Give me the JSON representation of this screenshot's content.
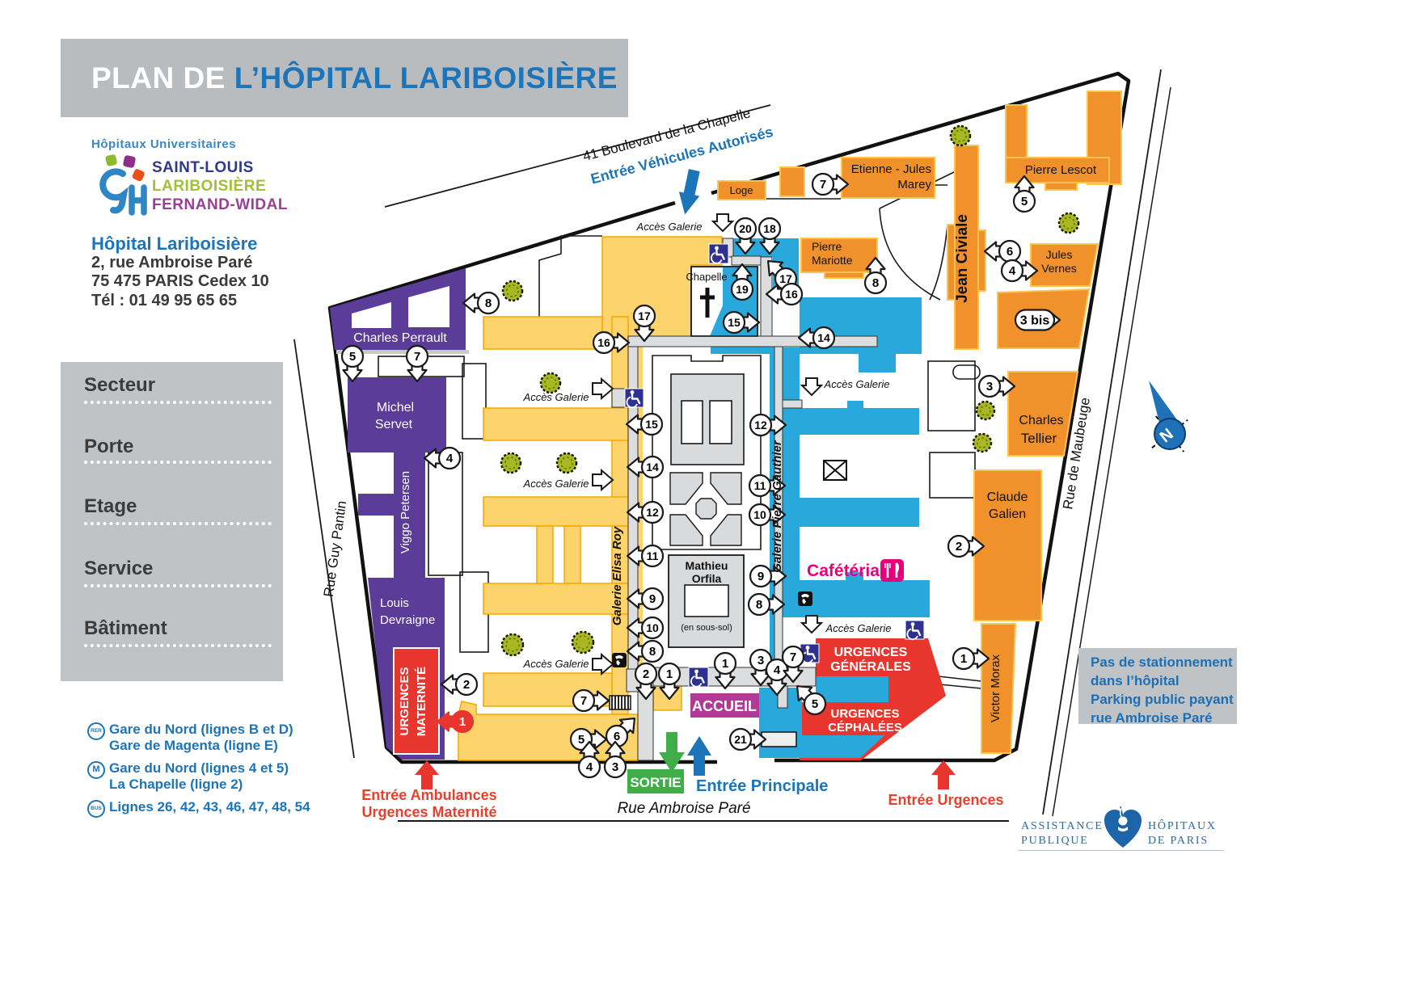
{
  "header": {
    "title_prefix": "PLAN DE ",
    "title_main": "L’HÔPITAL LARIBOISIÈRE"
  },
  "logo": {
    "tagline": "Hôpitaux Universitaires",
    "name1": "SAINT-LOUIS",
    "name2": "LARIBOISIÈRE",
    "name3": "FERNAND-WIDAL"
  },
  "address": {
    "name": "Hôpital Lariboisière",
    "line1": "2, rue Ambroise Paré",
    "line2": "75 475 PARIS Cedex 10",
    "line3": "Tél : 01 49 95 65 65"
  },
  "legend_panel": {
    "items": [
      "Secteur",
      "Porte",
      "Etage",
      "Service",
      "Bâtiment"
    ]
  },
  "transit": [
    {
      "icon": "RER",
      "line1": "Gare du Nord (lignes B et D)",
      "line2": "Gare de Magenta (ligne E)"
    },
    {
      "icon": "M",
      "line1": "Gare du Nord (lignes 4 et 5)",
      "line2": "La Chapelle (ligne 2)"
    },
    {
      "icon": "BUS",
      "line1": "Lignes 26, 42, 43, 46, 47, 48, 54",
      "line2": ""
    }
  ],
  "parking_notice": {
    "line1": "Pas de stationnement",
    "line2": "dans l’hôpital",
    "line3": "Parking public payant",
    "line4": "rue Ambroise Paré"
  },
  "aphp": {
    "left1": "ASSISTANCE",
    "left2": "PUBLIQUE",
    "right1": "HÔPITAUX",
    "right2": "DE PARIS"
  },
  "map": {
    "streets": {
      "chapelle": "41 Boulevard de la Chapelle",
      "guy_pantin": "Rue Guy Pantin",
      "maubeuge": "Rue de Maubeuge",
      "ambroise_pare": "Rue Ambroise Paré"
    },
    "entrances": {
      "vehicules": "Entrée Véhicules Autorisés",
      "sortie": "SORTIE",
      "principale": "Entrée Principale",
      "ambulances_l1": "Entrée Ambulances",
      "ambulances_l2": "Urgences Maternité",
      "urgences": "Entrée Urgences"
    },
    "buildings": {
      "charles_perrault": "Charles Perrault",
      "michel_servet_l1": "Michel",
      "michel_servet_l2": "Servet",
      "viggo_petersen": "Viggo Petersen",
      "louis_devraigne_l1": "Louis",
      "louis_devraigne_l2": "Devraigne",
      "urgences_maternite_l1": "URGENCES",
      "urgences_maternite_l2": "MATERNITÉ",
      "loge": "Loge",
      "marey_l1": "Etienne - Jules",
      "marey_l2": "Marey",
      "mariotte_l1": "Pierre",
      "mariotte_l2": "Mariotte",
      "pierre_lescot": "Pierre Lescot",
      "jean_civiale": "Jean Civiale",
      "jules_vernes_l1": "Jules",
      "jules_vernes_l2": "Vernes",
      "charles_tellier_l1": "Charles",
      "charles_tellier_l2": "Tellier",
      "claude_galien_l1": "Claude",
      "claude_galien_l2": "Galien",
      "victor_morax": "Victor Morax",
      "chapelle": "Chapelle",
      "orfila_l1": "Mathieu",
      "orfila_l2": "Orfila",
      "orfila_sub": "(en sous-sol)",
      "urgences_generales_l1": "URGENCES",
      "urgences_generales_l2": "GÉNÉRALES",
      "urgences_cephalees_l1": "URGENCES",
      "urgences_cephalees_l2": "CÉPHALÉES"
    },
    "galleries": {
      "elisa_roy": "Galerie Elisa Roy",
      "pierre_gauthier": "Galerie Pierre Gauthier"
    },
    "labels": {
      "acces_galerie": "Accès Galerie",
      "accueil": "ACCUEIL",
      "cafeteria": "Cafétéria",
      "north": "N"
    },
    "gates": [
      {
        "label": "8"
      },
      {
        "label": "5"
      },
      {
        "label": "7"
      },
      {
        "label": "4"
      },
      {
        "label": "2"
      },
      {
        "label": "1"
      },
      {
        "label": "17"
      },
      {
        "label": "16"
      },
      {
        "label": "15"
      },
      {
        "label": "14"
      },
      {
        "label": "12"
      },
      {
        "label": "11"
      },
      {
        "label": "9"
      },
      {
        "label": "10"
      },
      {
        "label": "8"
      },
      {
        "label": "20"
      },
      {
        "label": "18"
      },
      {
        "label": "19"
      },
      {
        "label": "17"
      },
      {
        "label": "16"
      },
      {
        "label": "15"
      },
      {
        "label": "14"
      },
      {
        "label": "12"
      },
      {
        "label": "11"
      },
      {
        "label": "10"
      },
      {
        "label": "9"
      },
      {
        "label": "8"
      },
      {
        "label": "7"
      },
      {
        "label": "6"
      },
      {
        "label": "5"
      },
      {
        "label": "4"
      },
      {
        "label": "3"
      },
      {
        "label": "2"
      },
      {
        "label": "1"
      },
      {
        "label": "1"
      },
      {
        "label": "3"
      },
      {
        "label": "4"
      },
      {
        "label": "7"
      },
      {
        "label": "5"
      },
      {
        "label": "21"
      },
      {
        "label": "7"
      },
      {
        "label": "8"
      },
      {
        "label": "5"
      },
      {
        "label": "6"
      },
      {
        "label": "4"
      },
      {
        "label": "3 bis"
      },
      {
        "label": "3"
      },
      {
        "label": "2"
      },
      {
        "label": "1"
      }
    ],
    "colors": {
      "purple": "#5b3d99",
      "yellow": "#fdd36c",
      "orange": "#f0912c",
      "blue": "#29a8dc",
      "red": "#e8352e",
      "magenta_accueil": "#b03a96",
      "magenta_cafeteria": "#e6007e",
      "green": "#3fae49",
      "blue_text": "#1c74b9",
      "gray_panel": "#c0c3c5"
    }
  }
}
